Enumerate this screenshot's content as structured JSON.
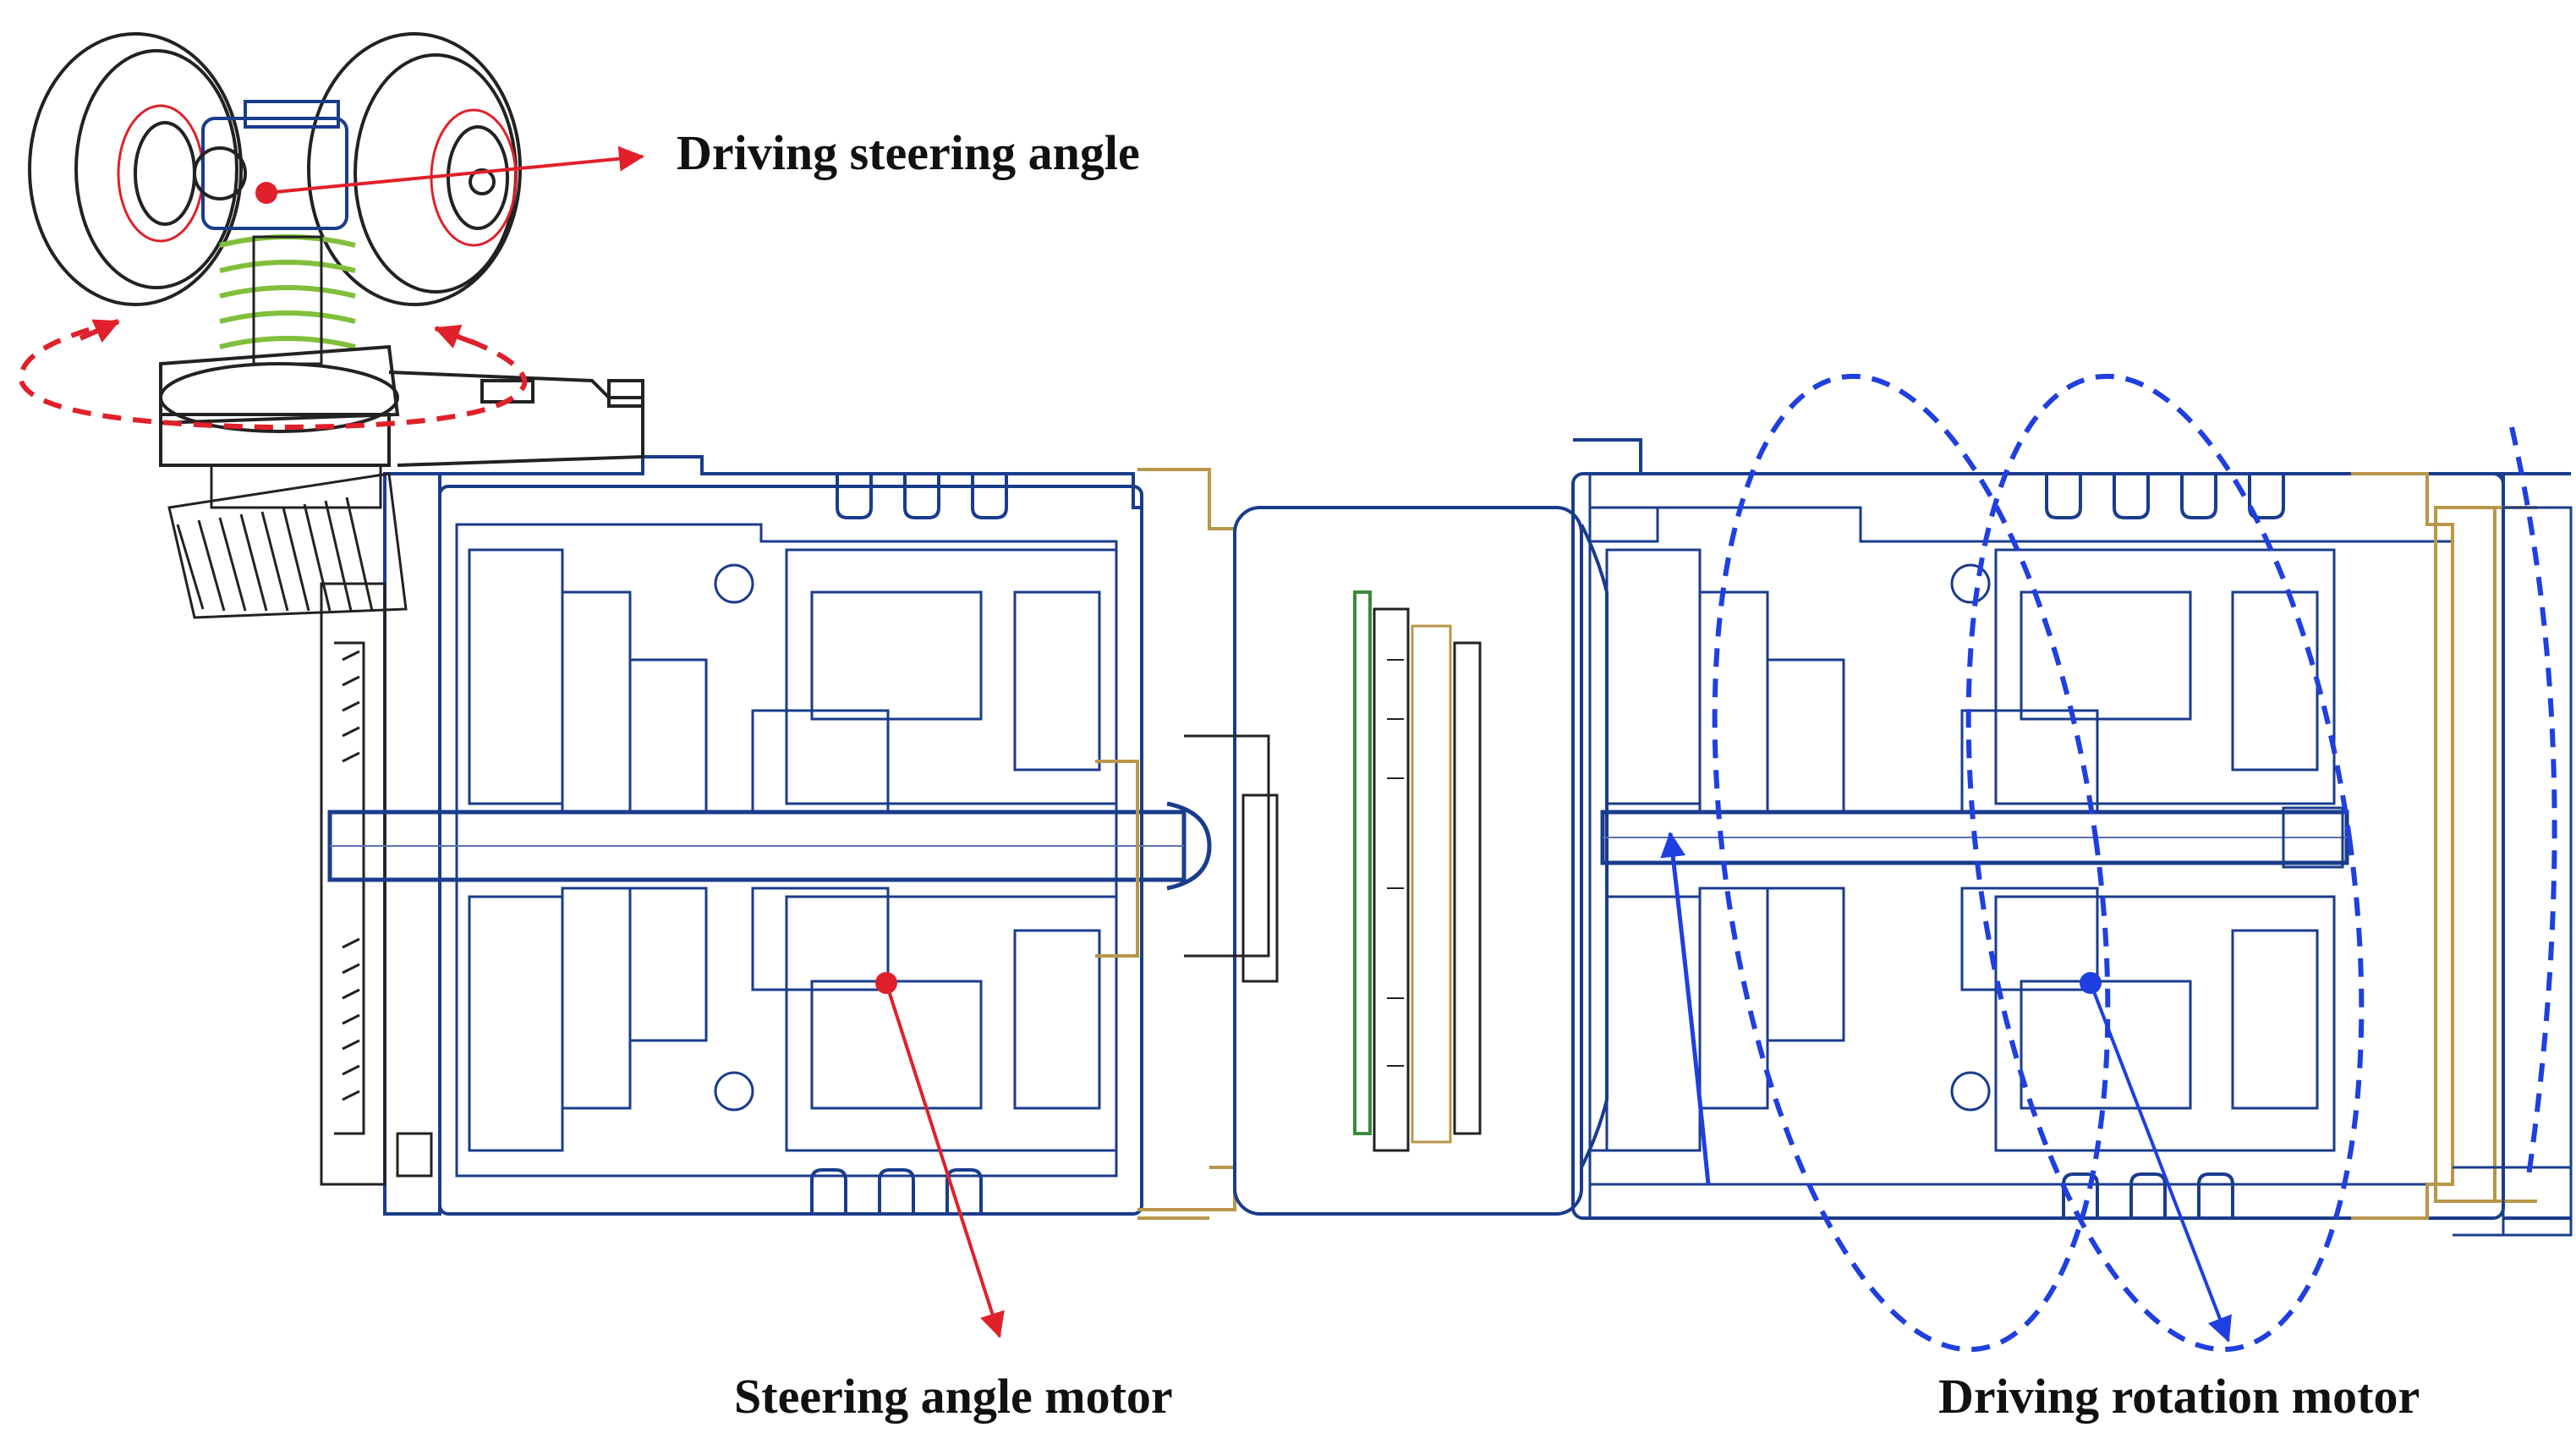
{
  "labels": {
    "driving_steering_angle": "Driving steering angle",
    "steering_angle_motor": "Steering angle motor",
    "driving_rotation_motor": "Driving rotation motor"
  },
  "colors": {
    "outline": "#1a3c8c",
    "outline_light": "#5a72b0",
    "bronze": "#b8964a",
    "red_annotation": "#e0202a",
    "blue_annotation": "#1f3fe0",
    "spring": "#7fbf3a",
    "pcb": "#3c8a3c",
    "dark": "#222222"
  },
  "icons": {
    "top_left": "wheel-assembly-icon",
    "red_marker": "red-dot-marker",
    "blue_marker": "blue-dot-marker"
  }
}
